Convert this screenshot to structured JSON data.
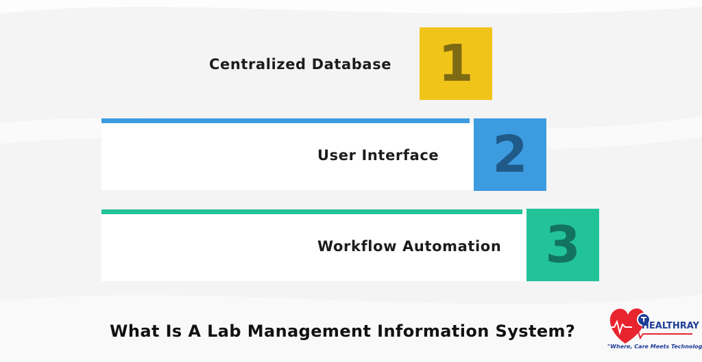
{
  "title": "What Is A Lab Management Information System?",
  "steps": [
    {
      "number": "1",
      "label": "Centralized Database",
      "color": "#f0c419",
      "digit_color": "#7f6a14"
    },
    {
      "number": "2",
      "label": "User Interface",
      "color": "#3d9be0",
      "digit_color": "#1f5a88"
    },
    {
      "number": "3",
      "label": "Workflow Automation",
      "color": "#23c39a",
      "digit_color": "#127460"
    }
  ],
  "logo": {
    "name": "HEALTHRAY",
    "tagline": "\"Where, Care Meets Technology\"",
    "heart_color": "#e8252f",
    "brand_color": "#1e3c96",
    "icon": "heart-pulse-icon"
  }
}
